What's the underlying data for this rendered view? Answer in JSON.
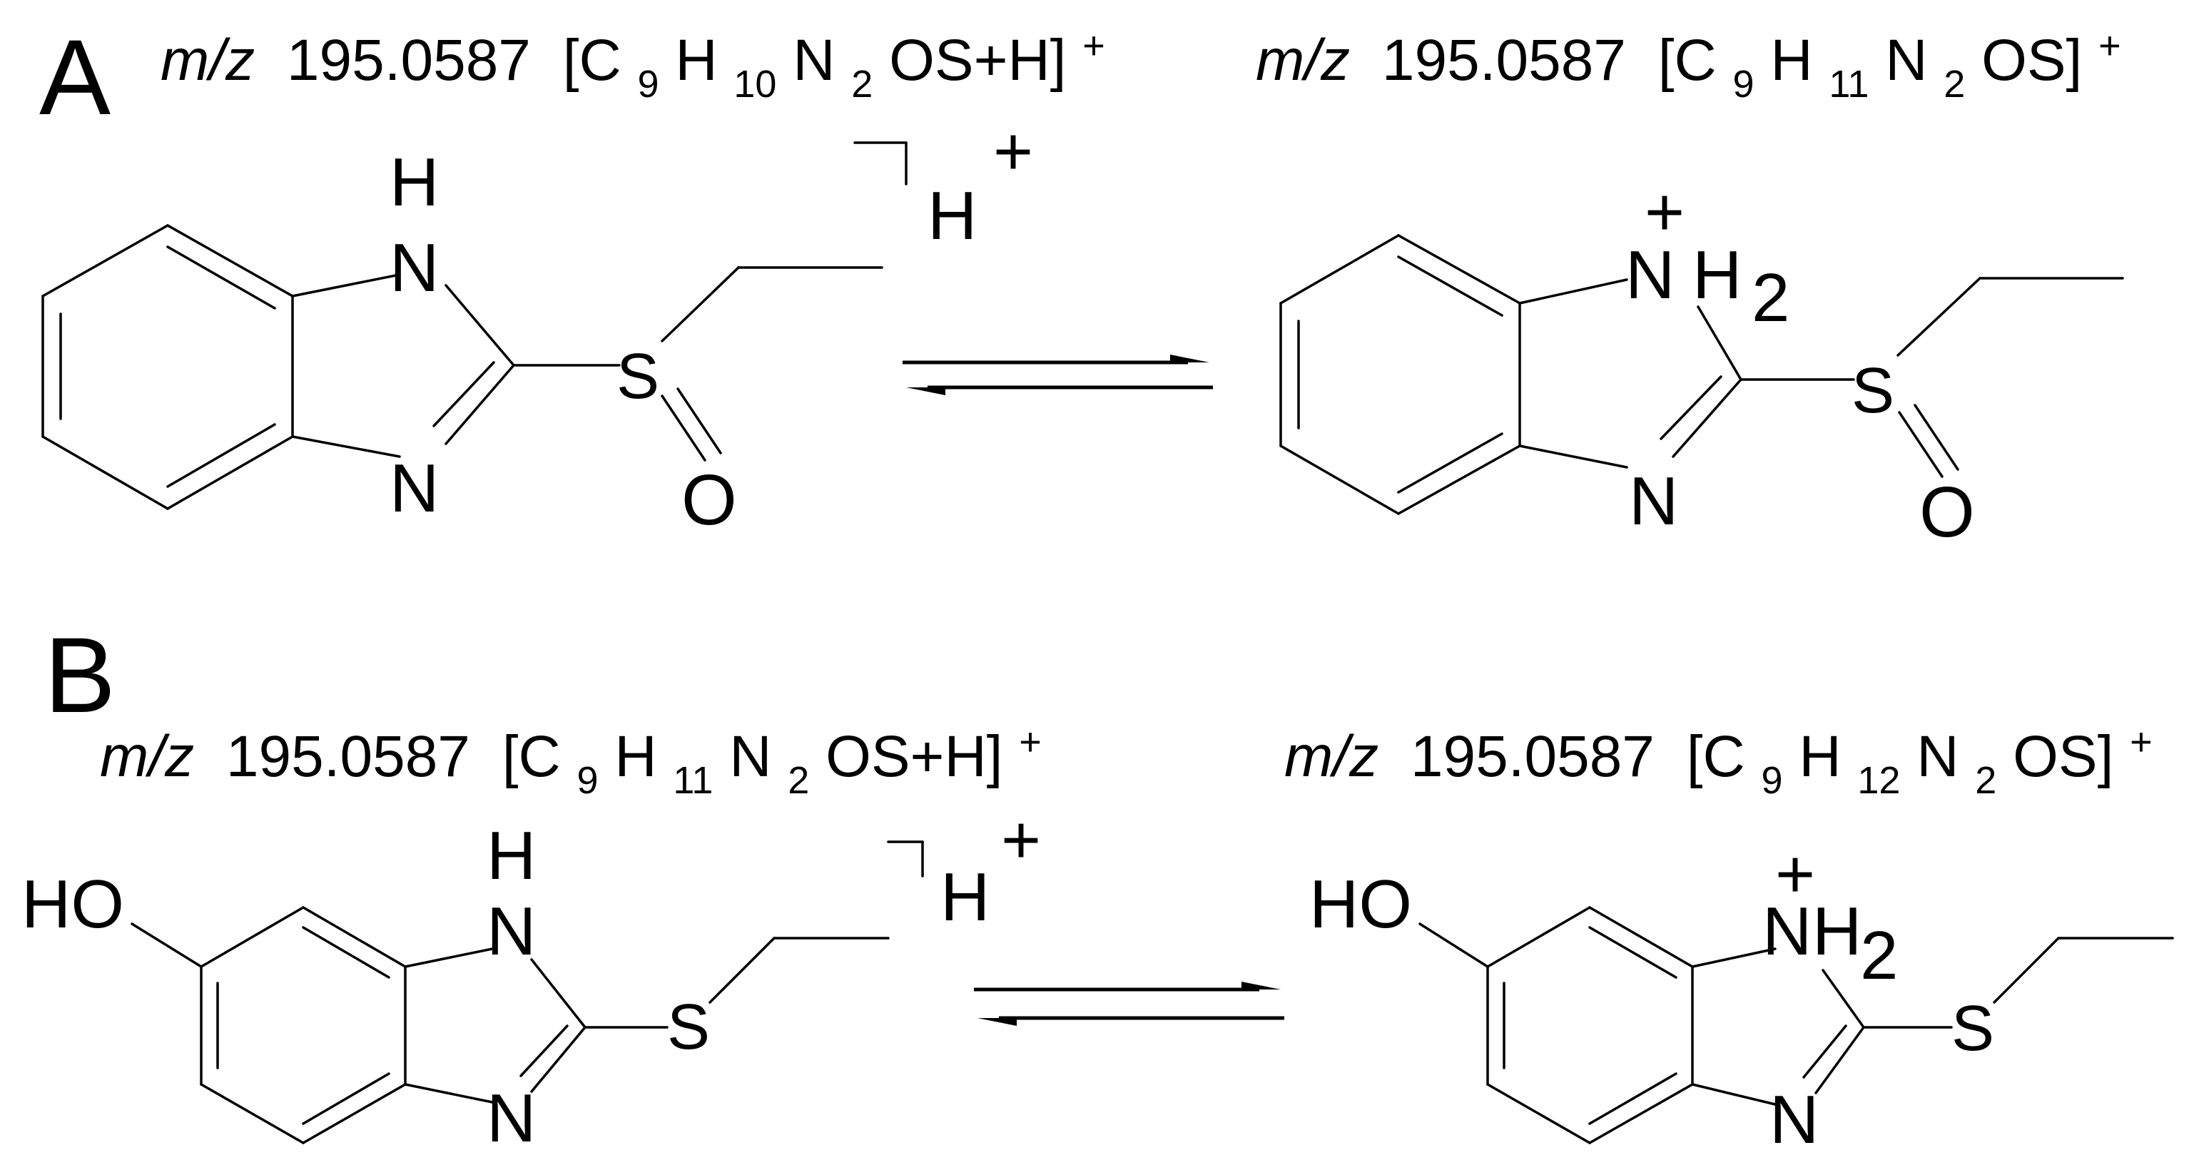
{
  "panels": {
    "a": {
      "label": "A",
      "left_formula": {
        "mz": "m/z",
        "mass": "195.0587",
        "open": "[C",
        "c_sub": "9",
        "h": "H",
        "h_sub": "10",
        "n": "N",
        "n_sub": "2",
        "tail": "OS+H]",
        "charge": "+"
      },
      "right_formula": {
        "mz": "m/z",
        "mass": "195.0587",
        "open": "[C",
        "c_sub": "9",
        "h": "H",
        "h_sub": "11",
        "n": "N",
        "n_sub": "2",
        "tail": "OS]",
        "charge": "+"
      },
      "left_molecule": {
        "nh_h": "H",
        "nh_n": "N",
        "n2": "N",
        "s": "S",
        "o": "O",
        "added_h": "H",
        "added_charge": "+"
      },
      "right_molecule": {
        "charge": "+",
        "nh2_n": "N",
        "nh2_h": "H",
        "nh2_sub": "2",
        "n2": "N",
        "s": "S",
        "o": "O"
      }
    },
    "b": {
      "label": "B",
      "left_formula": {
        "mz": "m/z",
        "mass": "195.0587",
        "open": "[C",
        "c_sub": "9",
        "h": "H",
        "h_sub": "11",
        "n": "N",
        "n_sub": "2",
        "tail": "OS+H]",
        "charge": "+"
      },
      "right_formula": {
        "mz": "m/z",
        "mass": "195.0587",
        "open": "[C",
        "c_sub": "9",
        "h": "H",
        "h_sub": "12",
        "n": "N",
        "n_sub": "2",
        "tail": "OS]",
        "charge": "+"
      },
      "left_molecule": {
        "ho": "HO",
        "nh_h": "H",
        "nh_n": "N",
        "n2": "N",
        "s": "S",
        "added_h": "H",
        "added_charge": "+"
      },
      "right_molecule": {
        "ho": "HO",
        "charge": "+",
        "nh2_n": "N",
        "nh2_h": "H",
        "nh2_sub": "2",
        "n2": "N",
        "s": "S"
      }
    }
  },
  "colors": {
    "ink": "#000000",
    "background": "#ffffff"
  }
}
